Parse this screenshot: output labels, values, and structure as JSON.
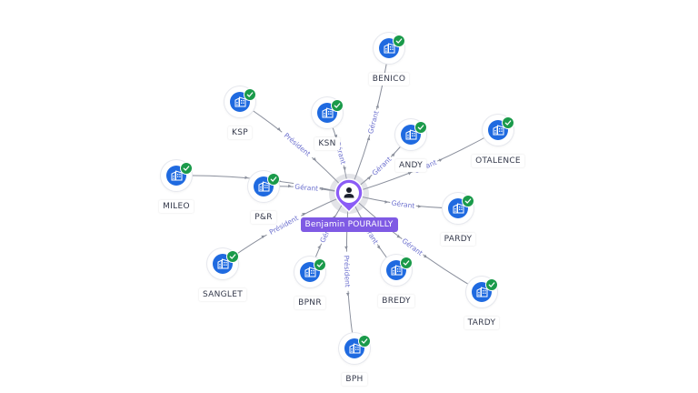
{
  "person": {
    "name": "Benjamin POURAILLY",
    "icon": "user-icon"
  },
  "colors": {
    "company": "#1f6ae0",
    "check": "#1a9a4a",
    "person": "#7f5ae4",
    "edge_label": "#6b6fce"
  },
  "companies": [
    {
      "id": "benico",
      "name": "BENICO",
      "relation": "Gérant"
    },
    {
      "id": "ksp",
      "name": "KSP",
      "relation": "Président"
    },
    {
      "id": "ksn",
      "name": "KSN",
      "relation": "Gérant"
    },
    {
      "id": "andy",
      "name": "ANDY",
      "relation": "Gérant"
    },
    {
      "id": "otalence",
      "name": "OTALENCE",
      "relation": "Gérant"
    },
    {
      "id": "mileo",
      "name": "MILEO",
      "relation": "Gérant"
    },
    {
      "id": "pr",
      "name": "P&R",
      "relation": "Gérant"
    },
    {
      "id": "pardy",
      "name": "PARDY",
      "relation": "Gérant"
    },
    {
      "id": "sanglet",
      "name": "SANGLET",
      "relation": "Président"
    },
    {
      "id": "bpnr",
      "name": "BPNR",
      "relation": "Gérant"
    },
    {
      "id": "bredy",
      "name": "BREDY",
      "relation": "Gérant"
    },
    {
      "id": "tardy",
      "name": "TARDY",
      "relation": "Gérant"
    },
    {
      "id": "bph",
      "name": "BPH",
      "relation": "Président"
    }
  ]
}
